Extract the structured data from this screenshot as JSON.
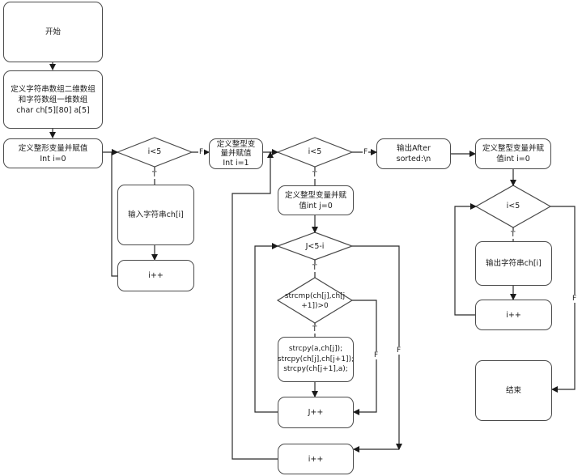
{
  "nodes": {
    "start": "开始",
    "define_arrays": "定义字符串数组二维数组\n和字符数组一维数组\nchar ch[5][80] a[5]",
    "define_i0": "定义整形变量并赋值\nInt i=0",
    "cond_input": "i<5",
    "input_str": "输入字符串ch[i]",
    "inc_i_input": "i++",
    "define_i1": "定义整型变\n量并赋值\nInt i=1",
    "cond_outer": "i<5",
    "define_j0": "定义整型变量并赋\n值int j=0",
    "cond_inner": "J<5-i",
    "cond_cmp": "strcmp(ch[j],ch[j\n+1])>0",
    "swap": "strcpy(a,ch[j]);\nstrcpy(ch[j],ch[j+1]);\nstrcpy(ch[j+1],a);",
    "inc_j": "J++",
    "inc_i_outer": "i++",
    "print_header": "输出After sorted:\\n",
    "define_i0_out": "定义整型变量并赋\n值int i=0",
    "cond_output": "i<5",
    "output_str": "输出字符串ch[i]",
    "inc_i_output": "i++",
    "end": "结束"
  },
  "edge_labels": {
    "true": "T",
    "false": "F"
  },
  "colors": {
    "line": "#2b2b2b",
    "border": "#4a4a4a"
  }
}
